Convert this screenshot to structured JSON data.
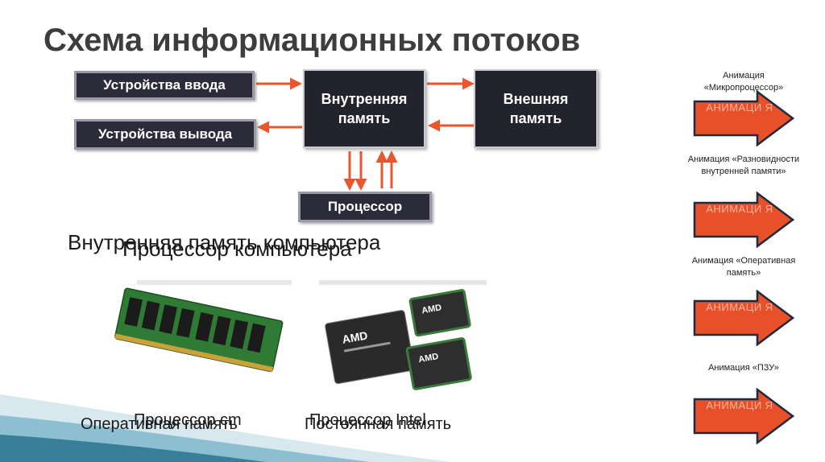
{
  "title": "Схема информационных потоков",
  "diagram": {
    "input_devices": "Устройства ввода",
    "output_devices": "Устройства вывода",
    "internal_memory": "Внутренняя память",
    "external_memory": "Внешняя память",
    "processor": "Процессор",
    "arrow_color": "#e8572d"
  },
  "overlapping_headings": {
    "heading_a": "Внутренняя память компьютера",
    "heading_b": "Процессор компьютера"
  },
  "captions": {
    "left_a": "Оперативная память",
    "left_b": "Процессор cm",
    "right_a": "Постоянная память",
    "right_b": "Процессор Intel"
  },
  "chip_brand": "AMD",
  "animations": [
    {
      "label": "Анимация «Микропроцессор»",
      "arrow_text": "АНИМАЦИ Я"
    },
    {
      "label": "Анимация «Разновидности внутренней памяти»",
      "arrow_text": "АНИМАЦИ Я"
    },
    {
      "label": "Анимация «Оперативная память»",
      "arrow_text": "АНИМАЦИ Я"
    },
    {
      "label": "Анимация «ПЗУ»",
      "arrow_text": "АНИМАЦИ Я"
    }
  ],
  "colors": {
    "anim_arrow_fill": "#e8502a",
    "anim_arrow_border": "#1e2a40",
    "box_dark": "#23232e",
    "ram_board": "#2f7a34",
    "accent_teal": "#3a7f98"
  }
}
